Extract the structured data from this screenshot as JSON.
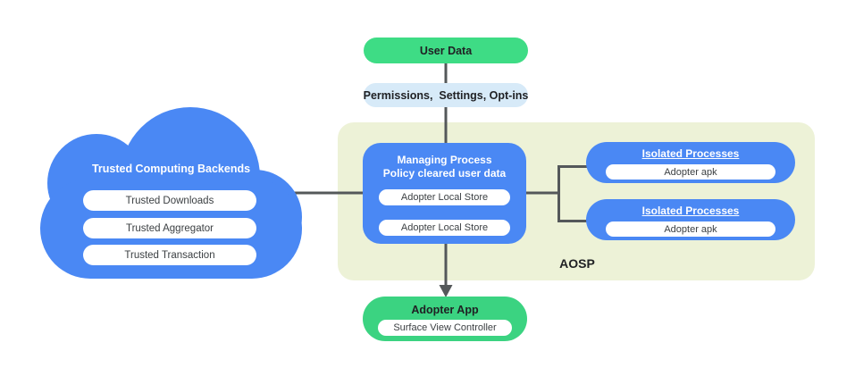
{
  "diagram": {
    "user_data": {
      "label": "User Data"
    },
    "permissions": {
      "label": "Permissions,  Settings, Opt-ins"
    },
    "trusted_cloud": {
      "title": "Trusted Computing Backends",
      "items": [
        "Trusted Downloads",
        "Trusted Aggregator",
        "Trusted Transaction"
      ]
    },
    "aosp": {
      "label": "AOSP",
      "managing_process": {
        "title_line1": "Managing Process",
        "title_line2": "Policy cleared user data",
        "stores": [
          "Adopter Local Store",
          "Adopter Local Store"
        ]
      },
      "isolated_processes": [
        {
          "title": "Isolated Processes",
          "item": "Adopter apk"
        },
        {
          "title": "Isolated Processes",
          "item": "Adopter apk"
        }
      ]
    },
    "adopter_app": {
      "title": "Adopter App",
      "item": "Surface View Controller"
    }
  },
  "colors": {
    "blue": "#4a88f4",
    "green_top": "#3edc85",
    "green_bottom": "#3bd381",
    "pale_blue": "#d7eaf8",
    "aosp_background": "#edf2d7",
    "connector_line": "#54585a",
    "dark_text": "#202124",
    "pill_text": "#3c4043",
    "white": "#ffffff"
  }
}
